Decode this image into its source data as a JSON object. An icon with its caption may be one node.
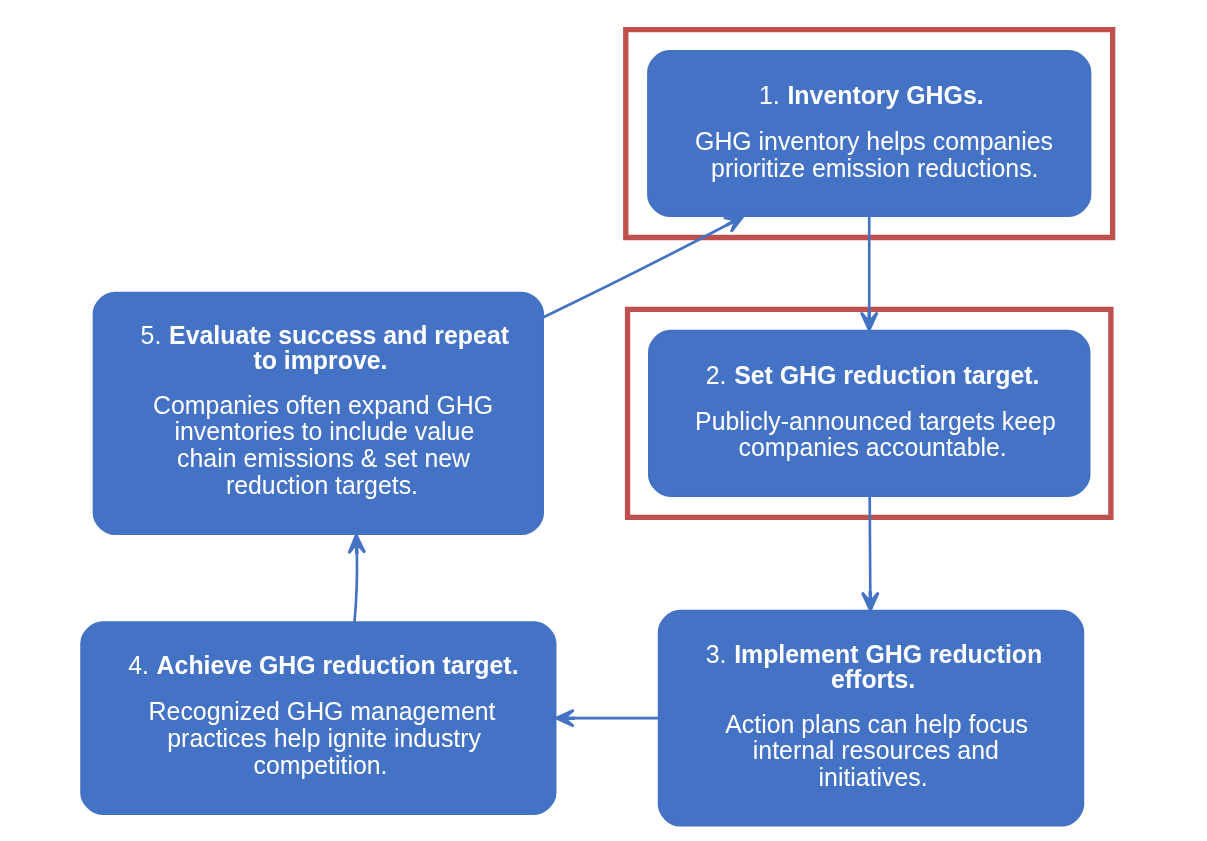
{
  "diagram": {
    "nodes": [
      {
        "text": [],
        "shape": "box"
      },
      {
        "text": [
          "1. **Inventory GHGs.**",
          "GHG inventory helps companies prioritize emission reductions."
        ],
        "in": 0
      },
      {
        "text": [],
        "shape": "box"
      },
      {
        "text": [
          "2. **Set GHG reduction target.**",
          "Publicly-announced targets keep companies accountable."
        ],
        "in": 2
      },
      {
        "text": [
          "3. **Implement GHG reduction efforts.**",
          "Action plans can help focus internal resources and initiatives."
        ]
      },
      {
        "text": [
          "4. **Achieve GHG reduction target.**",
          "Recognized GHG management practices help ignite industry competition."
        ]
      },
      {
        "text": [
          "5. **Evaluate success and repeat to improve.**",
          "Companies often expand GHG inventories to include value chain emissions & set new reduction targets."
        ]
      }
    ],
    "edges": [
      {
        "from": 1,
        "to": 3,
        "arrow": "to"
      },
      {
        "from": 3,
        "to": 4,
        "arrow": "to"
      },
      {
        "from": 4,
        "to": 5,
        "arrow": "to"
      },
      {
        "from": 5,
        "to": 6,
        "arrow": "to"
      },
      {
        "from": 6,
        "to": 1,
        "arrow": "to"
      }
    ]
  }
}
